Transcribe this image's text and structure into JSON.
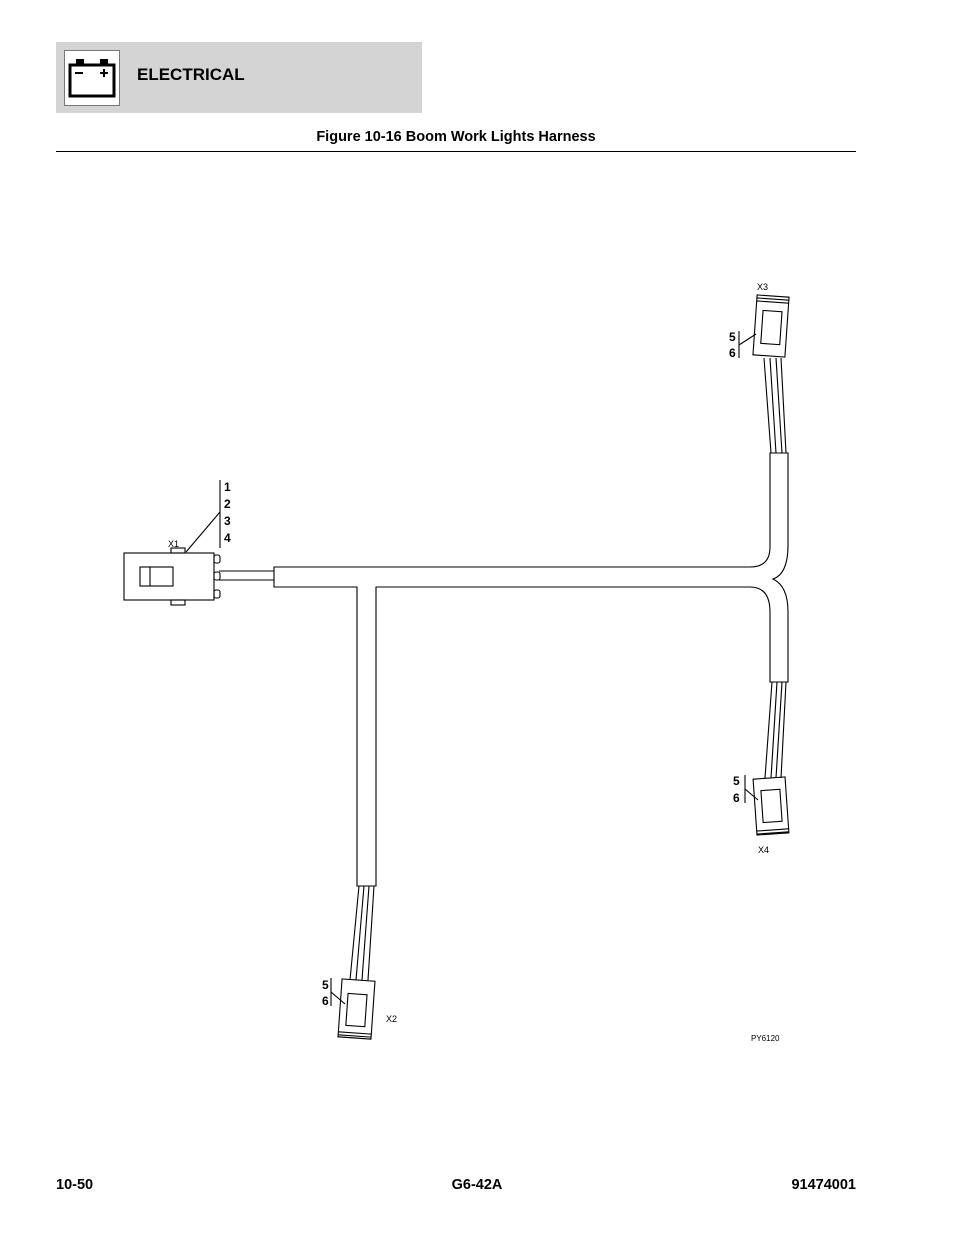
{
  "header": {
    "section": "ELECTRICAL",
    "icon": "battery-icon"
  },
  "figure": {
    "title": "Figure 10-16 Boom Work Lights Harness",
    "drawing_id": "PY6120"
  },
  "connectors": {
    "x1": {
      "label": "X1",
      "pins": [
        "1",
        "2",
        "3",
        "4"
      ]
    },
    "x2": {
      "label": "X2",
      "pins": [
        "5",
        "6"
      ]
    },
    "x3": {
      "label": "X3",
      "pins": [
        "5",
        "6"
      ]
    },
    "x4": {
      "label": "X4",
      "pins": [
        "5",
        "6"
      ]
    }
  },
  "footer": {
    "page": "10-50",
    "model": "G6-42A",
    "part_number": "91474001"
  }
}
